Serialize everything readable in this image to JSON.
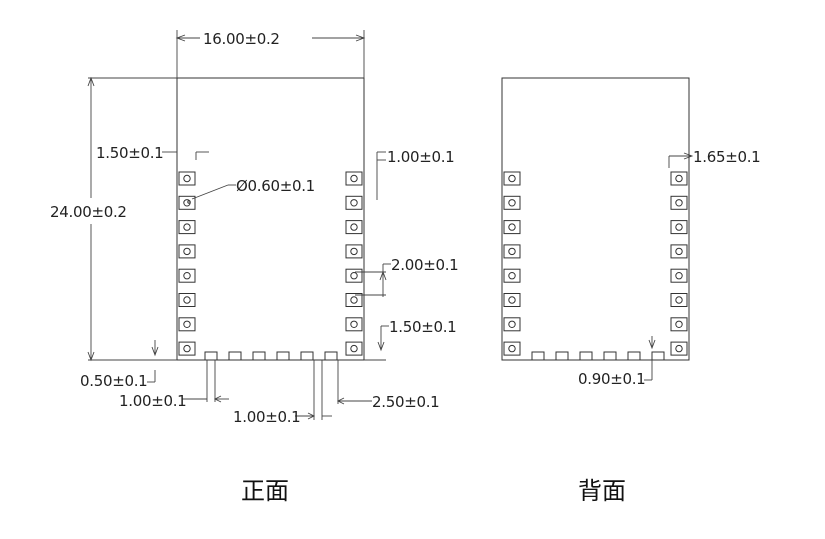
{
  "front": {
    "caption": "正面",
    "dims": {
      "width": "16.00±0.2",
      "height": "24.00±0.2",
      "top_offset": "1.50±0.1",
      "hole": "Ø0.60±0.1",
      "pad_width": "1.00±0.1",
      "pitch": "2.00±0.1",
      "bottom_offset": "1.50±0.1",
      "bottom_edge": "0.50±0.1",
      "bottom_pad_width": "1.00±0.1",
      "bottom_pad_gap": "1.00±0.1",
      "corner_offset": "2.50±0.1"
    }
  },
  "back": {
    "caption": "背面",
    "dims": {
      "side_offset": "1.65±0.1",
      "bottom_offset": "0.90±0.1"
    }
  }
}
